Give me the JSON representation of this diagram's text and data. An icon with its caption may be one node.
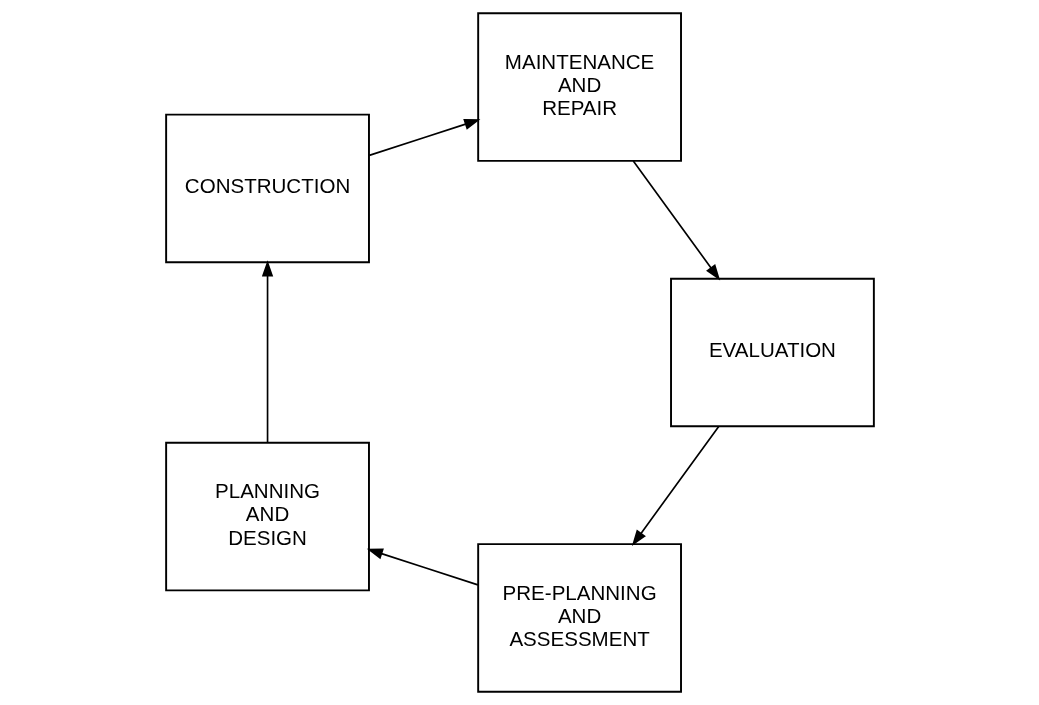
{
  "diagram": {
    "nodes": [
      {
        "text": [
          "PRE-PLANNING AND ASSESSMENT"
        ]
      },
      {
        "text": [
          "EVALUATION"
        ]
      },
      {
        "text": [
          "PLANNING AND DESIGN"
        ]
      },
      {
        "text": [
          "MAINTENANCE AND REPAIR"
        ]
      },
      {
        "text": [
          "CONSTRUCTION"
        ]
      }
    ],
    "edges": [
      {
        "from": 0,
        "to": 2,
        "arrow": "to"
      },
      {
        "from": 2,
        "to": 4,
        "arrow": "to"
      },
      {
        "from": 4,
        "to": 3,
        "arrow": "to"
      },
      {
        "from": 3,
        "to": 1,
        "arrow": "to"
      },
      {
        "from": 1,
        "to": 0,
        "arrow": "to"
      }
    ]
  }
}
